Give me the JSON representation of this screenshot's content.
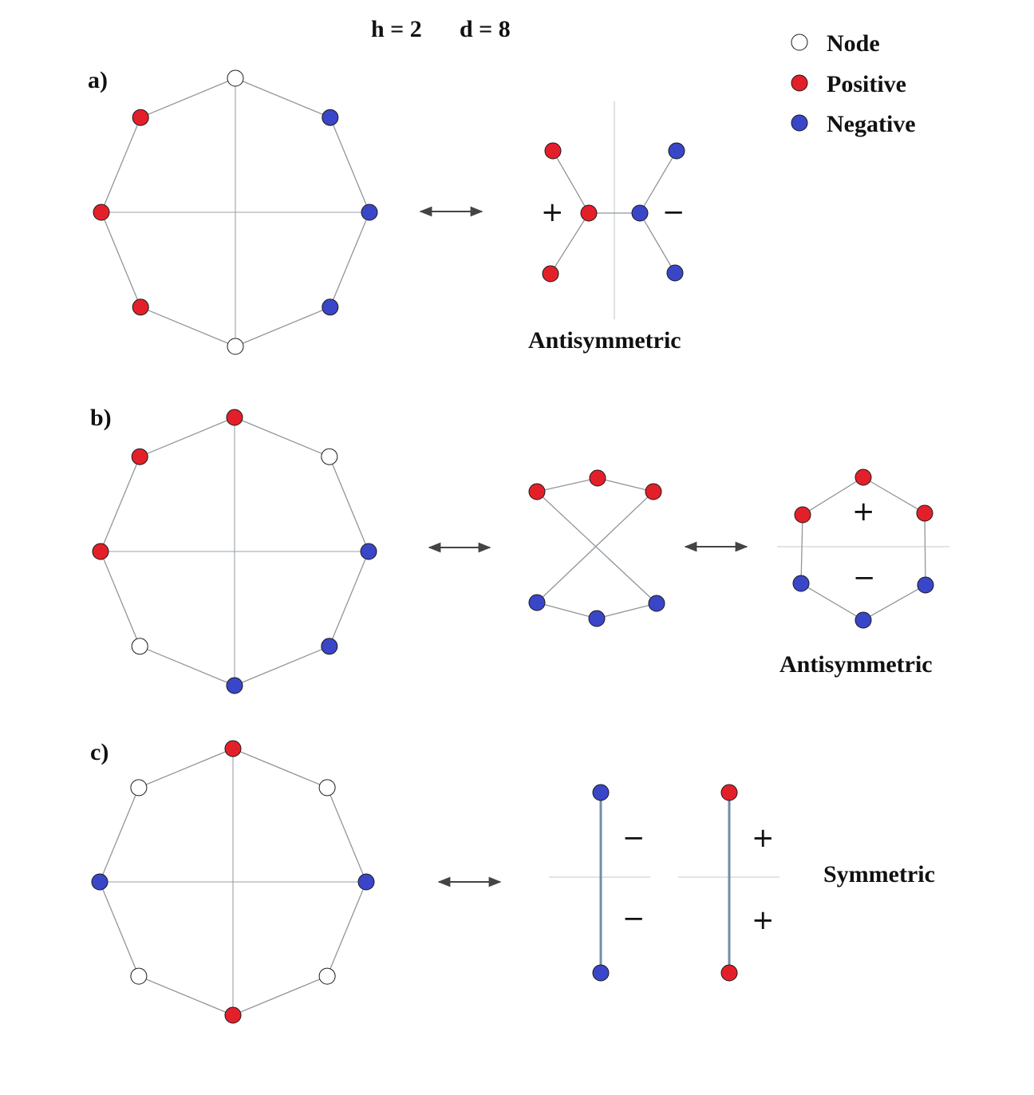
{
  "header": {
    "h_label": "h = 2",
    "d_label": "d = 8"
  },
  "legend": {
    "items": [
      {
        "label": "Node",
        "color": "#ffffff"
      },
      {
        "label": "Positive",
        "color": "#e3202a"
      },
      {
        "label": "Negative",
        "color": "#3a46c8"
      }
    ]
  },
  "colors": {
    "node": "#ffffff",
    "positive": "#e3202a",
    "negative": "#3a46c8"
  },
  "panels": [
    {
      "label": "a)",
      "octagon_types": [
        "node",
        "negative",
        "negative",
        "negative",
        "node",
        "positive",
        "positive",
        "positive"
      ],
      "result_label": "Antisymmetric",
      "signs": [
        "+",
        "−"
      ]
    },
    {
      "label": "b)",
      "octagon_types": [
        "positive",
        "node",
        "negative",
        "negative",
        "negative",
        "node",
        "positive",
        "positive"
      ],
      "result_label": "Antisymmetric",
      "signs": [
        "+",
        "−"
      ]
    },
    {
      "label": "c)",
      "octagon_types": [
        "positive",
        "node",
        "negative",
        "node",
        "positive",
        "node",
        "negative",
        "node"
      ],
      "result_label": "Symmetric",
      "signs": [
        "−",
        "−",
        "+",
        "+"
      ]
    }
  ]
}
